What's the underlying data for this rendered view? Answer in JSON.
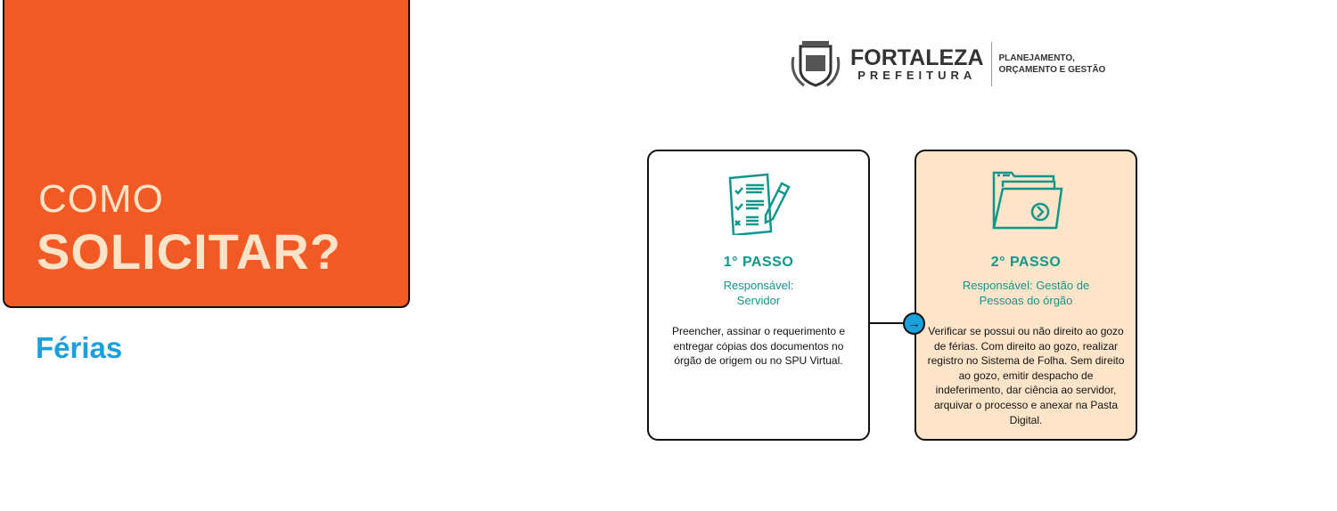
{
  "hero": {
    "line1": "COMO",
    "line2": "SOLICITAR?"
  },
  "topic": "Férias",
  "logo": {
    "name": "FORTALEZA",
    "sub": "PREFEITURA",
    "dept_line1": "PLANEJAMENTO,",
    "dept_line2": "ORÇAMENTO E GESTÃO"
  },
  "steps": [
    {
      "title": "1° PASSO",
      "responsible": "Responsável: Servidor",
      "description": "Preencher, assinar o requerimento e entregar cópias dos documentos no órgão de origem ou no SPU Virtual.",
      "icon": "checklist-pencil-icon"
    },
    {
      "title": "2° PASSO",
      "responsible": "Responsável: Gestão de Pessoas do órgão",
      "description": "Verificar se possui ou não direito ao gozo de férias. Com direito ao gozo, realizar registro no Sistema de Folha. Sem direito ao gozo, emitir despacho de indeferimento, dar ciência ao servidor, arquivar o processo e anexar na Pasta Digital.",
      "icon": "folder-arrow-icon"
    }
  ],
  "colors": {
    "orange": "#F15A24",
    "cream": "#FDE3C8",
    "blue": "#1AA0DC",
    "teal": "#13968A",
    "peach": "#FEE5C9"
  }
}
